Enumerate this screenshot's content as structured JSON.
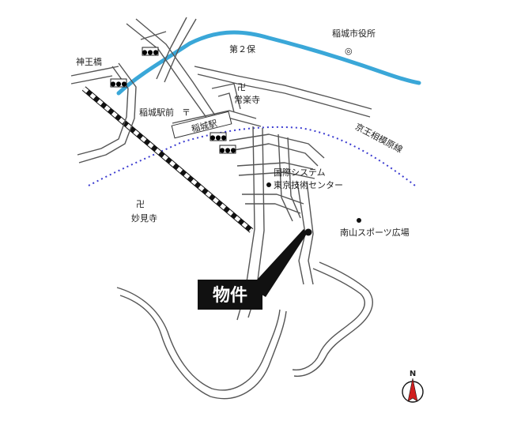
{
  "map": {
    "labels": {
      "kamiouhashi": "神王橋",
      "inagi_city_office": "稲城市役所",
      "dai2ho": "第２保",
      "joraku_ji": "常楽寺",
      "inagi_ekimae": "稲城駅前",
      "inagi_station": "稲城駅",
      "keio_line": "京王相模原線",
      "kokusai_system": "国際システム",
      "tokyo_gijutsu": "東京技術センター",
      "myoken_ji": "妙見寺",
      "minamiyama_sports": "南山スポーツ広場",
      "property": "物件",
      "north": "N"
    },
    "symbols": {
      "temple": "卍",
      "post_office": "〒",
      "city_office": "◎"
    },
    "colors": {
      "river": "#3aa7d8",
      "railway_dots": "#3b3bd0",
      "road_outline": "#555555",
      "property_box": "#111111",
      "north_arrow": "#d11f1f"
    }
  }
}
